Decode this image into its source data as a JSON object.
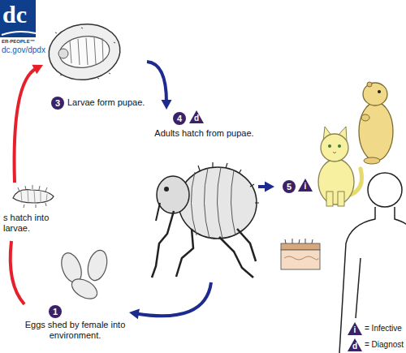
{
  "diagram": {
    "nodes": [
      {
        "text": [
          "3",
          "Larvae form pupae."
        ]
      },
      {
        "text": [
          "4",
          "d",
          "Adults hatch from pupae."
        ]
      },
      {
        "text": [
          "s hatch into larvae."
        ]
      },
      {
        "text": [
          "5",
          "i"
        ]
      },
      {
        "text": [
          "1",
          "Eggs shed by female into environment."
        ]
      }
    ],
    "edges": [
      {
        "from": 0,
        "to": 1,
        "arrow": "to"
      },
      {
        "from": 1,
        "to": 4,
        "arrow": "to"
      },
      {
        "from": 4,
        "to": 2,
        "arrow": "none"
      },
      {
        "from": 2,
        "to": 0,
        "arrow": "to"
      },
      {
        "from": 1,
        "to": 3,
        "arrow": "to"
      }
    ],
    "labels": [
      "dc",
      "ER·PEOPLE™",
      "dc.gov/dpdx",
      "i",
      "d"
    ],
    "legend": [
      {
        "text": "= Infective"
      },
      {
        "text": "= Diagnost"
      }
    ]
  }
}
